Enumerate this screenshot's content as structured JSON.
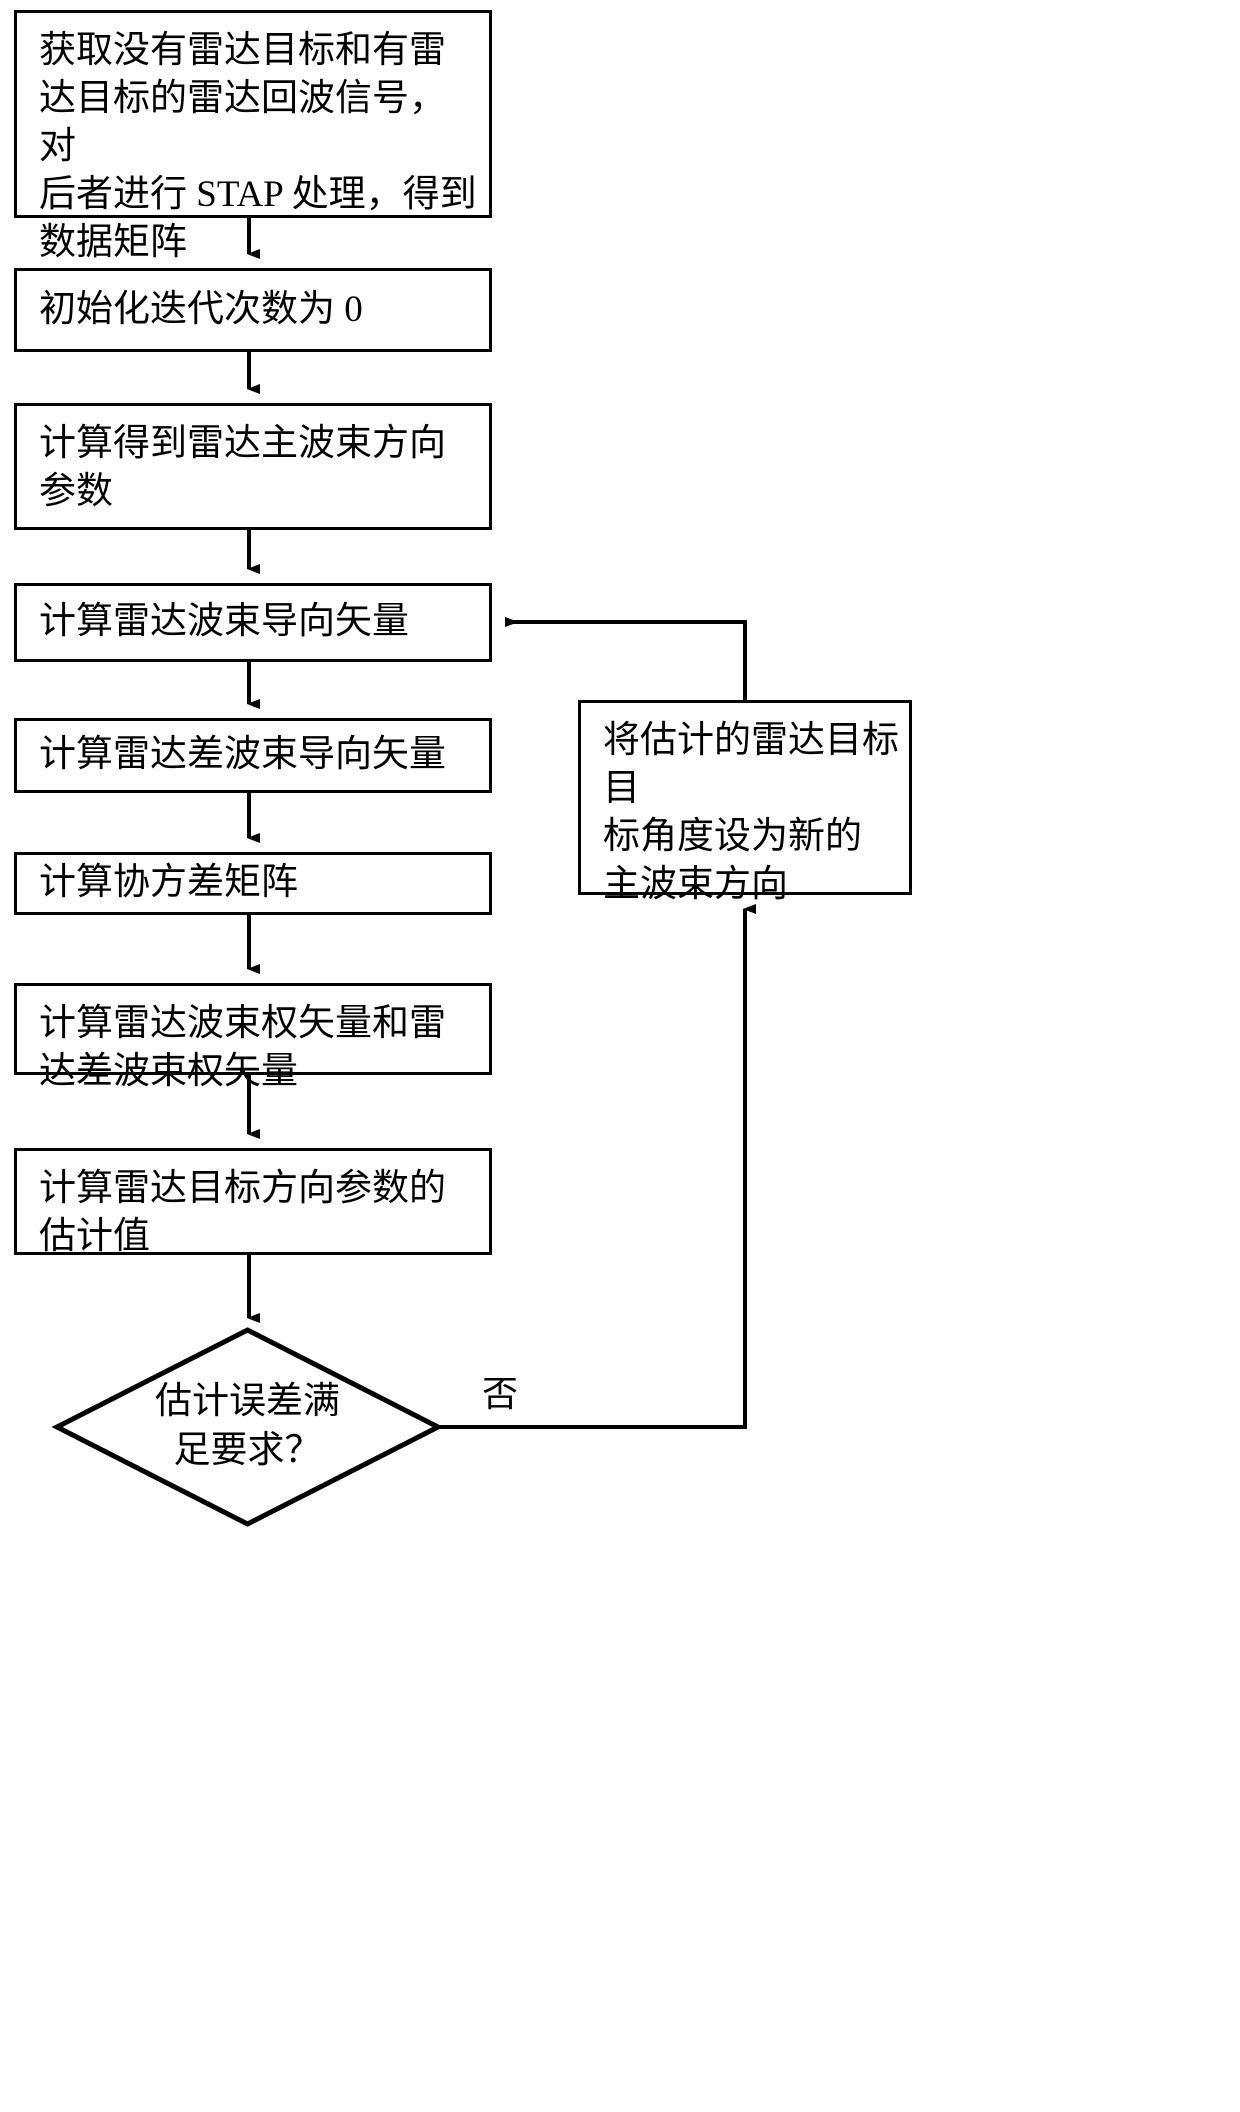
{
  "diagram": {
    "type": "flowchart",
    "orientation": "top-to-bottom with right-side feedback loop",
    "nodes": [
      {
        "id": "acquire-echo",
        "shape": "process",
        "text": "获取没有雷达目标和有雷\n达目标的雷达回波信号，对\n后者进行 STAP 处理，得到\n数据矩阵"
      },
      {
        "id": "init-iteration",
        "shape": "process",
        "text": "初始化迭代次数为 0"
      },
      {
        "id": "main-beam-direction",
        "shape": "process",
        "text": "计算得到雷达主波束方向\n参数"
      },
      {
        "id": "beam-steering-vector",
        "shape": "process",
        "text": "计算雷达波束导向矢量"
      },
      {
        "id": "diff-beam-steering-vector",
        "shape": "process",
        "text": "计算雷达差波束导向矢量"
      },
      {
        "id": "covariance-matrix",
        "shape": "process",
        "text": "计算协方差矩阵"
      },
      {
        "id": "weight-vectors",
        "shape": "process",
        "text": "计算雷达波束权矢量和雷\n达差波束权矢量"
      },
      {
        "id": "target-direction-estimate",
        "shape": "process",
        "text": "计算雷达目标方向参数的\n估计值"
      },
      {
        "id": "error-decision",
        "shape": "decision",
        "text": "估计误差满\n足要求？"
      },
      {
        "id": "update-main-beam",
        "shape": "process",
        "text": "将估计的雷达目标目\n标角度设为新的\n主波束方向"
      }
    ],
    "edge_labels": {
      "no": "否"
    },
    "colors": {
      "stroke": "#000000",
      "fill": "#ffffff",
      "text": "#000000"
    }
  }
}
